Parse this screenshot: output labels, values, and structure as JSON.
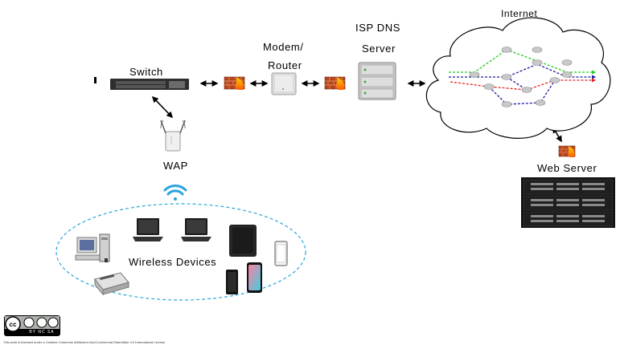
{
  "labels": {
    "switch": "Switch",
    "modem_router_line1": "Modem/",
    "modem_router_line2": "Router",
    "isp_dns_line1": "ISP DNS",
    "isp_dns_line2": "Server",
    "internet": "Internet",
    "web_server": "Web Server",
    "wap": "WAP",
    "wireless_devices": "Wireless Devices"
  },
  "license": {
    "badge": "BY NC SA",
    "caption": "This work is licensed under a Creative Commons Attribution-NonCommercial-ShareAlike 4.0 International License"
  },
  "icons": [
    "switch-icon",
    "firewall-icon",
    "modem-router-icon",
    "dns-server-icon",
    "cloud-icon",
    "web-server-rack-icon",
    "wap-icon",
    "wifi-icon",
    "desktop-computer-icon",
    "laptop-icon",
    "tablet-icon",
    "phone-icon",
    "printer-icon",
    "cc-license-icon"
  ],
  "colors": {
    "route_green": "#22cc22",
    "route_blue": "#1a1aa0",
    "route_red": "#e02020",
    "wifi_blue": "#29a3e0",
    "ellipse_dash": "#2aa7d8",
    "firewall_red": "#c0471a"
  }
}
